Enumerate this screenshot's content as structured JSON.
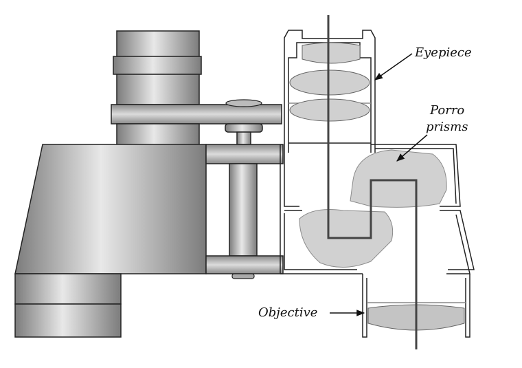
{
  "labels": {
    "eyepiece": "Eyepiece",
    "porro_line1": "Porro",
    "porro_line2": "prisms",
    "objective": "Objective"
  },
  "colors": {
    "body_dark": "#7f7f7f",
    "body_light": "#e6e6e6",
    "outline": "#222222",
    "lens_fill": "#d0d0d0",
    "prism_fill": "#c9c9c9",
    "light_ray": "#444444"
  }
}
